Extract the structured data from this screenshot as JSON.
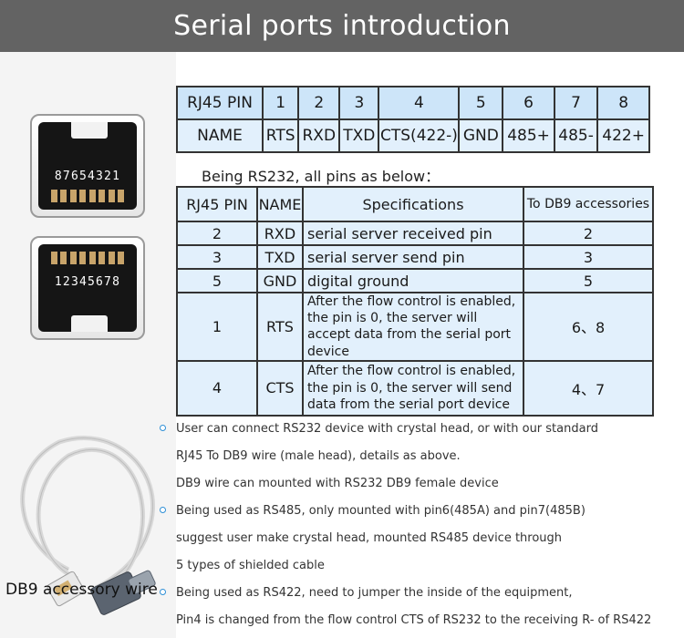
{
  "header": {
    "title": "Serial ports introduction"
  },
  "connectors": {
    "top_numbers": "87654321",
    "bottom_numbers": "12345678"
  },
  "accessory_label": "DB9 accessory wire",
  "pin_table": {
    "row1": [
      "RJ45 PIN",
      "1",
      "2",
      "3",
      "4",
      "5",
      "6",
      "7",
      "8"
    ],
    "row2": [
      "NAME",
      "RTS",
      "RXD",
      "TXD",
      "CTS(422-)",
      "GND",
      "485+",
      "485-",
      "422+"
    ]
  },
  "rs232": {
    "caption": "Being RS232, all pins as below：",
    "headers": [
      "RJ45 PIN",
      "NAME",
      "Specifications",
      "To DB9 accessories"
    ],
    "rows": [
      {
        "pin": "2",
        "name": "RXD",
        "spec": "serial server received pin",
        "db9": "2"
      },
      {
        "pin": "3",
        "name": "TXD",
        "spec": "serial server send pin",
        "db9": "3"
      },
      {
        "pin": "5",
        "name": "GND",
        "spec": "digital ground",
        "db9": "5"
      },
      {
        "pin": "1",
        "name": "RTS",
        "spec": "After the flow control is enabled, the pin is 0, the server will accept data from the serial port device",
        "db9": "6、8"
      },
      {
        "pin": "4",
        "name": "CTS",
        "spec": "After the flow control is enabled, the pin is 0, the server will send data from the serial port device",
        "db9": "4、7"
      }
    ]
  },
  "notes": [
    "User can connect RS232 device with crystal head, or with our standard",
    "RJ45 To DB9 wire (male head), details as above.",
    "DB9 wire can mounted with RS232 DB9 female device",
    "Being used as RS485, only mounted with pin6(485A) and pin7(485B)",
    "suggest user make crystal head, mounted RS485 device through",
    "5 types of shielded cable",
    "Being used as RS422, need to jumper the inside of the equipment,",
    "Pin4 is changed from the flow control CTS of RS232 to the receiving R- of RS422"
  ],
  "colors": {
    "header_bg": "#636363",
    "table_bg": "#e2f0fc",
    "bullet": "#2e8fd6"
  }
}
